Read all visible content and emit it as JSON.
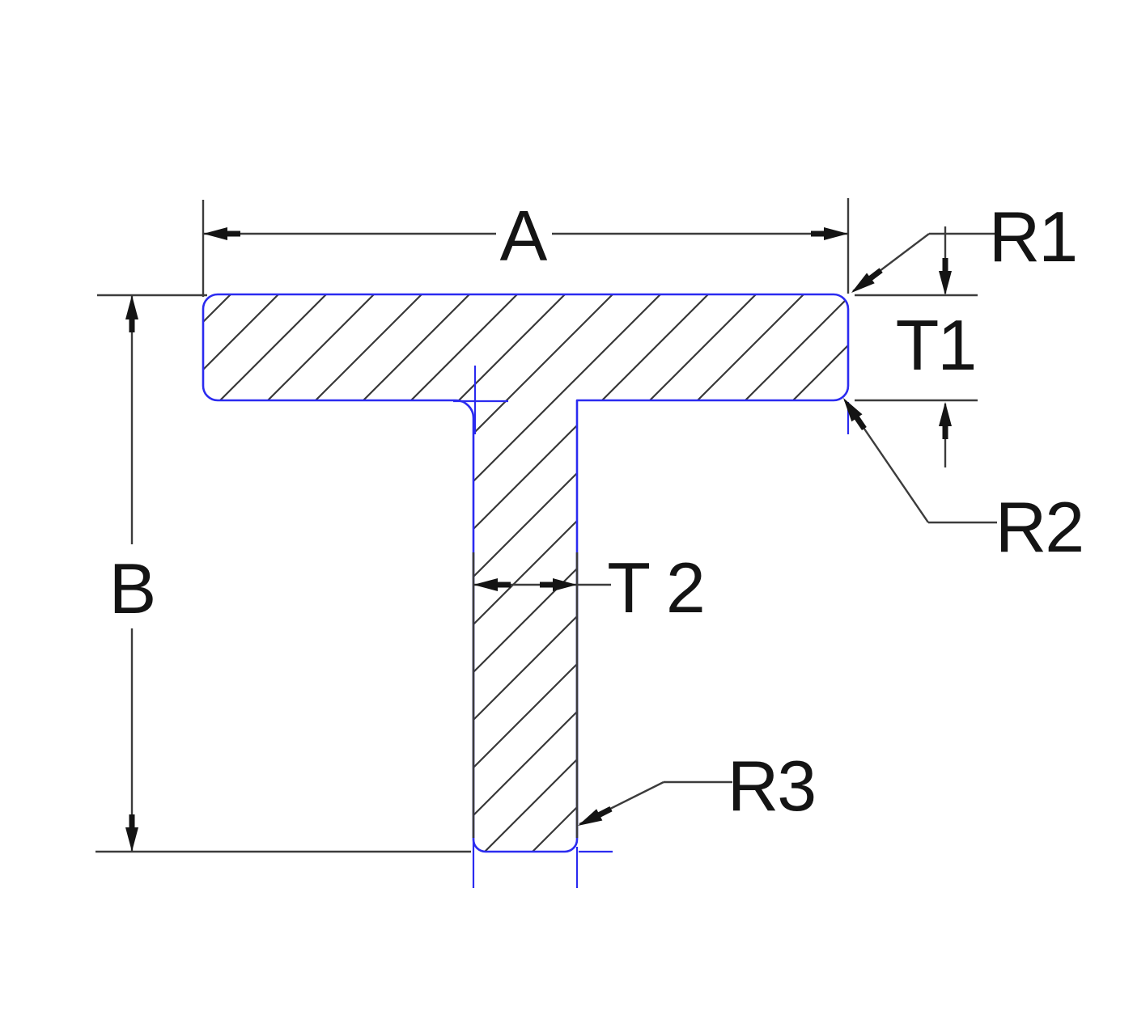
{
  "drawing": {
    "kind": "cross-section technical drawing of a T-profile bar",
    "labels": {
      "overall_width": "A",
      "overall_height": "B",
      "flange_thickness": "T1",
      "web_thickness": "T 2",
      "top_corner_radius": "R1",
      "flange_fillet_radius": "R2",
      "bottom_corner_radius": "R3"
    }
  },
  "colors": {
    "background": "#ffffff",
    "outline": "#2b2bf0",
    "line": "#3c3c3c",
    "hatch": "#383838",
    "text": "#141414"
  }
}
